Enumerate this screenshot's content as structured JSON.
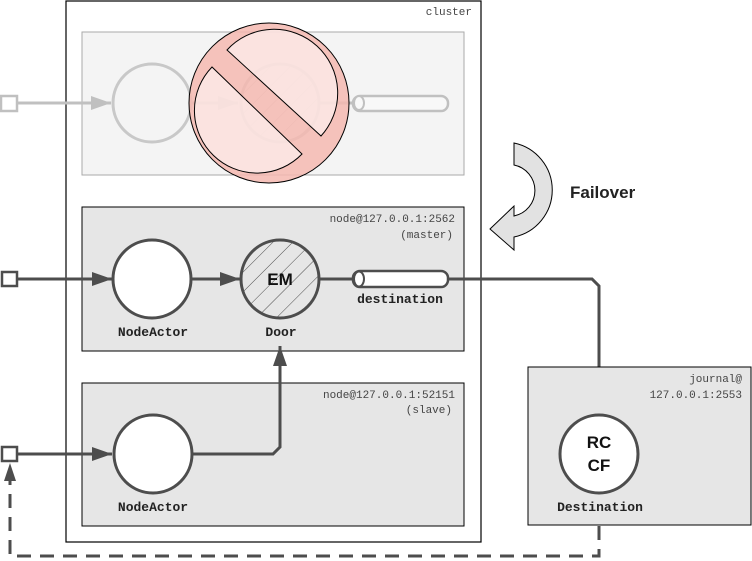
{
  "cluster": {
    "label": "cluster"
  },
  "failed_node": {
    "status": "disabled"
  },
  "failover": {
    "label": "Failover"
  },
  "master_node": {
    "address": "node@127.0.0.1:2562",
    "role": "(master)",
    "actor_label": "NodeActor",
    "door_label": "Door",
    "door_text": "EM",
    "queue_label": "destination"
  },
  "slave_node": {
    "address": "node@127.0.0.1:52151",
    "role": "(slave)",
    "actor_label": "NodeActor"
  },
  "journal_node": {
    "address_line1": "journal@",
    "address_line2": "127.0.0.1:2553",
    "dest_text_line1": "RC",
    "dest_text_line2": "CF",
    "dest_label": "Destination"
  },
  "colors": {
    "line": "#4d4d4d",
    "faded_line": "#c0c0c0",
    "node_fill": "#e6e6e6",
    "faded_fill": "#f4f4f4",
    "prohibit": "#f4b8b0",
    "arrow_fill": "#e2e2e2"
  }
}
